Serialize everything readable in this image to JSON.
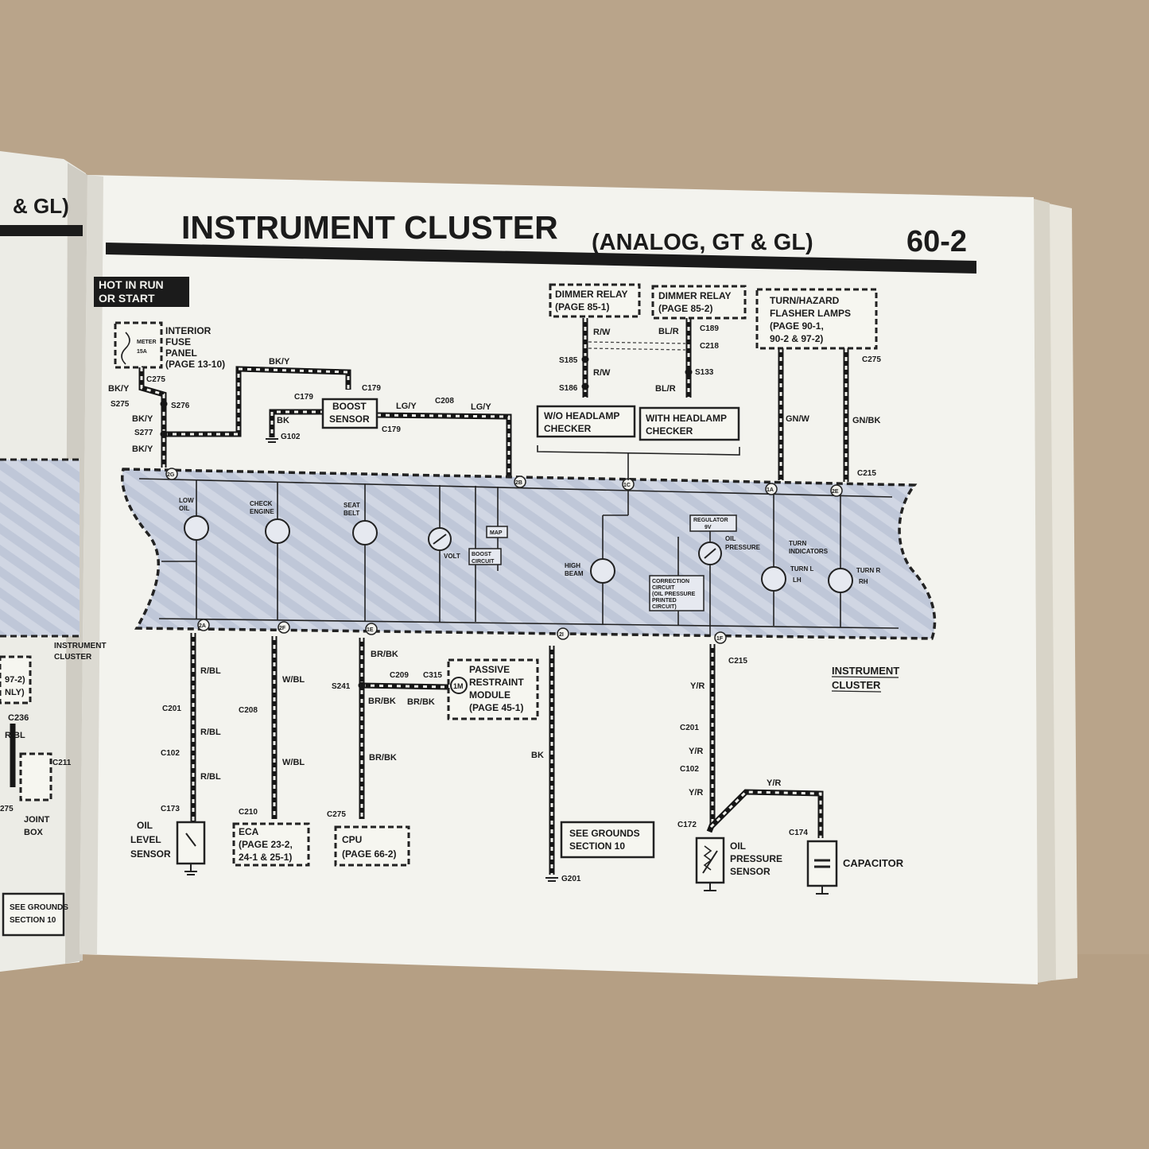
{
  "left_page": {
    "header_fragment": "& GL)",
    "labels": {
      "instr": "INSTRUMENT",
      "cluster": "CLUSTER",
      "c236": "C236",
      "rbl": "R/BL",
      "c211": "C211",
      "nly": "NLY)",
      "p972": "97-2)",
      "e275": "275",
      "joint": "JOINT",
      "box": "BOX",
      "see_grounds": "SEE GROUNDS",
      "section10": "SECTION 10"
    }
  },
  "page": {
    "title": "INSTRUMENT CLUSTER",
    "subtitle": "(ANALOG, GT & GL)",
    "number": "60-2"
  },
  "badge": {
    "line1": "HOT IN RUN",
    "line2": "OR START"
  },
  "fuse": {
    "meter": "METER",
    "amps": "15A",
    "label1": "INTERIOR",
    "label2": "FUSE",
    "label3": "PANEL",
    "label4": "(PAGE 13-10)"
  },
  "labels": {
    "c275a": "C275",
    "bky1": "BK/Y",
    "s275": "S275",
    "s276": "S276",
    "bky2": "BK/Y",
    "s277": "S277",
    "bky3": "BK/Y",
    "bky_top": "BK/Y",
    "c179a": "C179",
    "c179b": "C179",
    "c179c": "C179",
    "bk": "BK",
    "g102": "G102",
    "lgy1": "LG/Y",
    "c208a": "C208",
    "lgy2": "LG/Y",
    "rw1": "R/W",
    "s185": "S185",
    "rw2": "R/W",
    "s186": "S186",
    "blr1": "BL/R",
    "c189": "C189",
    "c218": "C218",
    "s133": "S133",
    "blr2": "BL/R",
    "gnw": "GN/W",
    "c275b": "C275",
    "gnbk": "GN/BK",
    "c215a": "C215",
    "rbl1": "R/BL",
    "c201a": "C201",
    "rbl2": "R/BL",
    "c102a": "C102",
    "rbl3": "R/BL",
    "c173": "C173",
    "wbl1": "W/BL",
    "c208b": "C208",
    "wbl2": "W/BL",
    "c210": "C210",
    "brbk1": "BR/BK",
    "s241": "S241",
    "c209": "C209",
    "c315": "C315",
    "brbk2": "BR/BK",
    "brbk3": "BR/BK",
    "brbk4": "BR/BK",
    "c275c": "C275",
    "bk2": "BK",
    "g201": "G201",
    "c215b": "C215",
    "yr1": "Y/R",
    "c201b": "C201",
    "yr2": "Y/R",
    "c102b": "C102",
    "yr3": "Y/R",
    "yr4": "Y/R",
    "c172": "C172",
    "c174": "C174"
  },
  "boxes": {
    "boost1": "BOOST",
    "boost2": "SENSOR",
    "dim1a": "DIMMER RELAY",
    "dim1b": "(PAGE 85-1)",
    "dim2a": "DIMMER RELAY",
    "dim2b": "(PAGE 85-2)",
    "flash1": "TURN/HAZARD",
    "flash2": "FLASHER LAMPS",
    "flash3": "(PAGE 90-1,",
    "flash4": "90-2 & 97-2)",
    "wo1": "W/O HEADLAMP",
    "wo2": "CHECKER",
    "with1": "WITH HEADLAMP",
    "with2": "CHECKER",
    "prm1": "PASSIVE",
    "prm2": "RESTRAINT",
    "prm3": "MODULE",
    "prm4": "(PAGE 45-1)",
    "prm_icon": "1M",
    "eca1": "ECA",
    "eca2": "(PAGE 23-2,",
    "eca3": "24-1 & 25-1)",
    "cpu1": "CPU",
    "cpu2": "(PAGE 66-2)",
    "grd1": "SEE GROUNDS",
    "grd2": "SECTION 10"
  },
  "cluster": {
    "low_oil_1": "LOW",
    "low_oil_2": "OIL",
    "check_1": "CHECK",
    "check_2": "ENGINE",
    "seat_1": "SEAT",
    "seat_2": "BELT",
    "volt": "VOLT",
    "map": "MAP",
    "boost_1": "BOOST",
    "boost_2": "CIRCUIT",
    "high_1": "HIGH",
    "high_2": "BEAM",
    "reg_1": "REGULATOR",
    "reg_2": "9V",
    "oilp_1": "OIL",
    "oilp_2": "PRESSURE",
    "corr_1": "CORRECTION",
    "corr_2": "CIRCUIT",
    "corr_3": "(OIL PRESSURE",
    "corr_4": "PRINTED",
    "corr_5": "CIRCUIT)",
    "turn_1": "TURN",
    "turn_2": "INDICATORS",
    "turnl_1": "TURN L",
    "turnl_2": "LH",
    "turnr_1": "TURN R",
    "turnr_2": "RH",
    "pin_2g": "2G",
    "pin_2b": "2B",
    "pin_1c": "1C",
    "pin_1a": "1A",
    "pin_2e": "2E",
    "pin_2a": "2A",
    "pin_2f": "2F",
    "pin_1e": "1E",
    "pin_2i": "2I",
    "pin_1f": "1F",
    "name1": "INSTRUMENT",
    "name2": "CLUSTER"
  },
  "components": {
    "oil_level_1": "OIL",
    "oil_level_2": "LEVEL",
    "oil_level_3": "SENSOR",
    "ops_1": "OIL",
    "ops_2": "PRESSURE",
    "ops_3": "SENSOR",
    "capacitor": "CAPACITOR"
  }
}
